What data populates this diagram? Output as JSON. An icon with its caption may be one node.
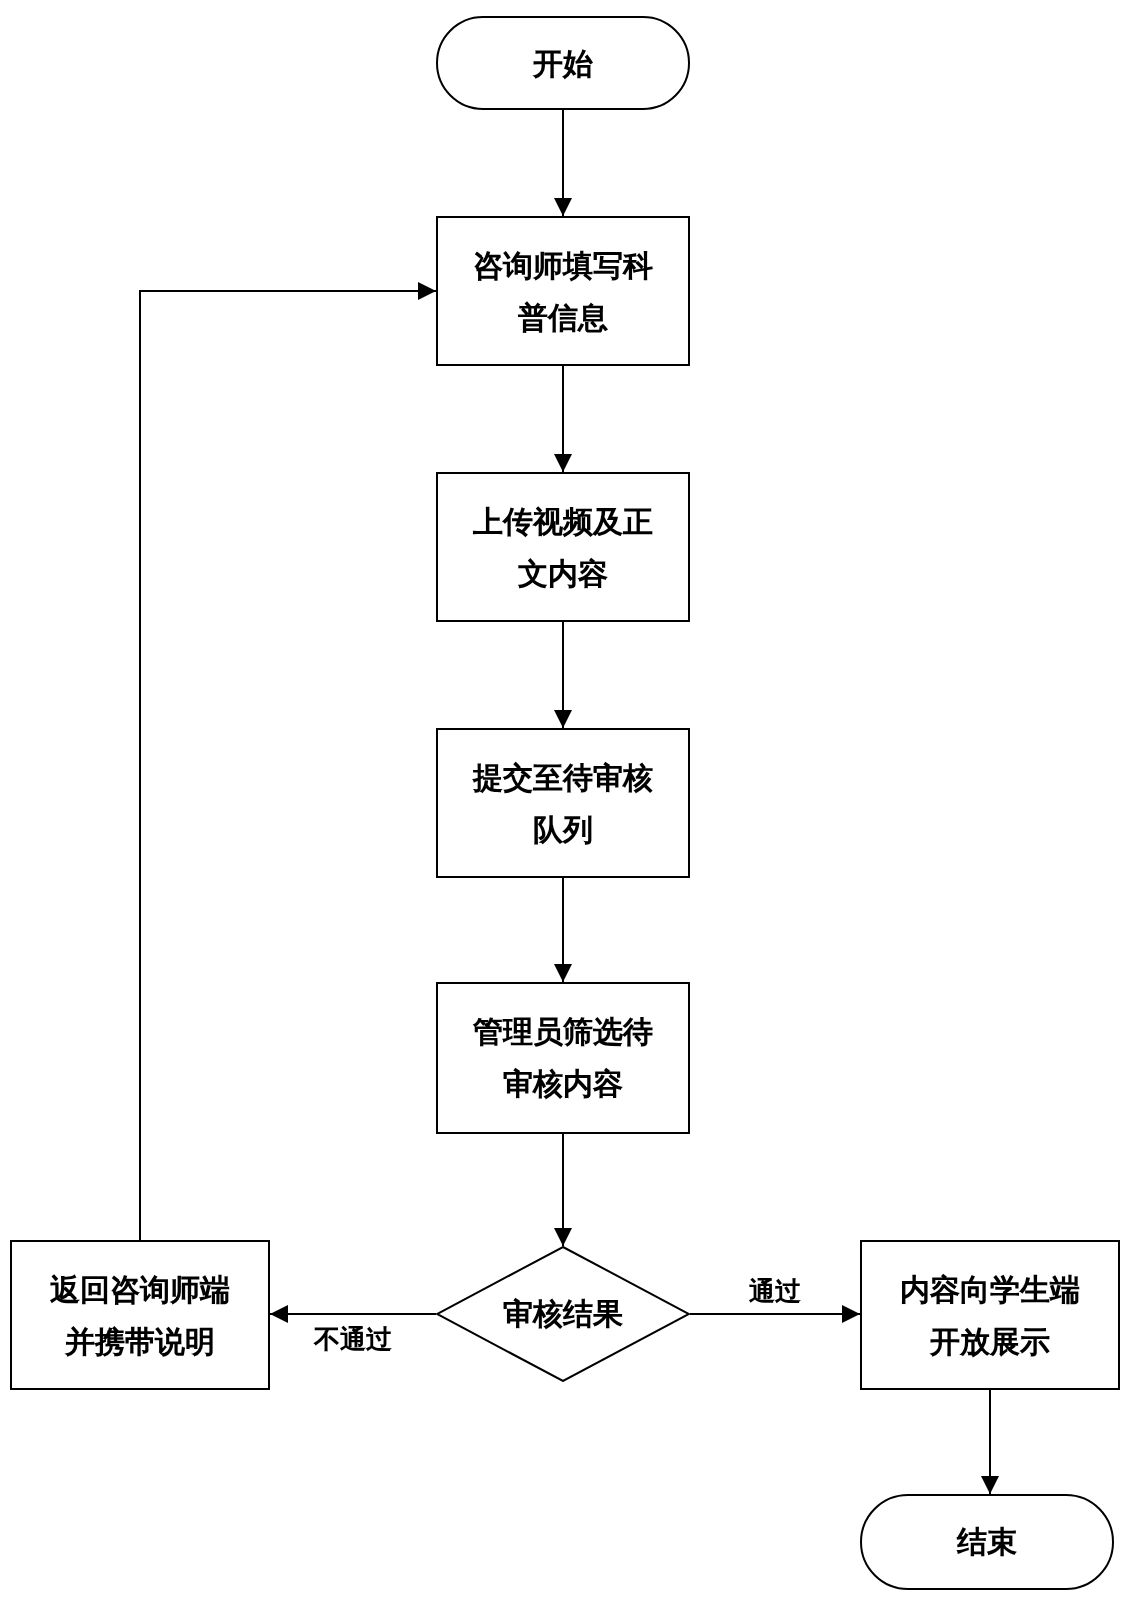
{
  "diagram": {
    "nodes": [
      {
        "text": [
          "开始"
        ]
      },
      {
        "text": [
          "咨询师填写科普信息"
        ]
      },
      {
        "text": [
          "上传视频及正文内容"
        ]
      },
      {
        "text": [
          "提交至待审核队列"
        ]
      },
      {
        "text": [
          "管理员筛选待审核内容"
        ]
      },
      {
        "text": [
          "审核结果"
        ]
      },
      {
        "text": [
          "返回咨询师端并携带说明"
        ]
      },
      {
        "text": [
          "内容向学生端开放展示"
        ]
      },
      {
        "text": [
          "结束"
        ]
      }
    ],
    "edges": [
      {
        "from": 0,
        "to": 1,
        "arrow": "to"
      },
      {
        "from": 1,
        "to": 2,
        "arrow": "to"
      },
      {
        "from": 2,
        "to": 3,
        "arrow": "to"
      },
      {
        "from": 3,
        "to": 4,
        "arrow": "to"
      },
      {
        "from": 4,
        "to": 5,
        "arrow": "to"
      },
      {
        "from": 5,
        "to": 6,
        "arrow": "to",
        "label": "不通过"
      },
      {
        "from": 5,
        "to": 7,
        "arrow": "to",
        "label": "通过"
      },
      {
        "from": 7,
        "to": 8,
        "arrow": "to"
      },
      {
        "from": 6,
        "to": 1,
        "arrow": "to"
      }
    ]
  }
}
